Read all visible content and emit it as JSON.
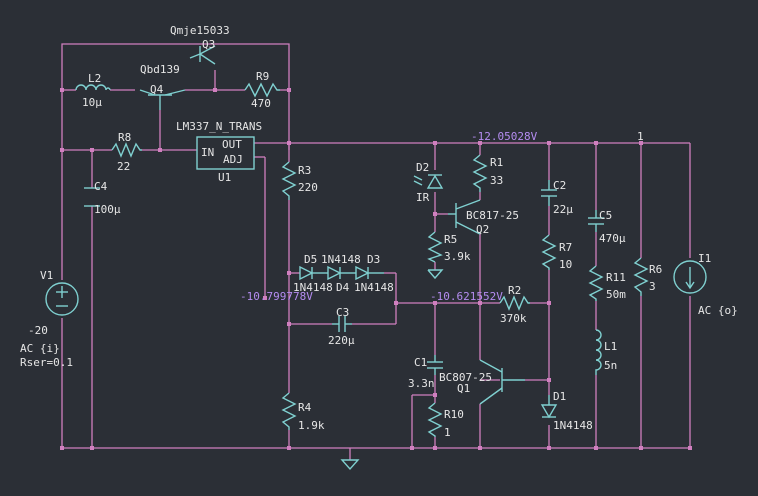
{
  "colors": {
    "background": "#2b2f36",
    "wire": "#d07fbf",
    "component": "#7fd0d0",
    "text": "#e6e6e6",
    "voltage_label": "#b48cf0"
  },
  "components": {
    "Q3": {
      "model": "Qmje15033",
      "ref": "Q3"
    },
    "Q4": {
      "model": "Qbd139",
      "ref": "Q4"
    },
    "L2": {
      "ref": "L2",
      "value": "10µ"
    },
    "R9": {
      "ref": "R9",
      "value": "470"
    },
    "R8": {
      "ref": "R8",
      "value": "22"
    },
    "U1": {
      "model": "LM337_N_TRANS",
      "ref": "U1",
      "pin_in": "IN",
      "pin_out": "OUT",
      "pin_adj": "ADJ"
    },
    "C4": {
      "ref": "C4",
      "value": "100µ"
    },
    "V1": {
      "ref": "V1",
      "value": "-20",
      "ac": "AC {i}",
      "rser": "Rser=0.1"
    },
    "R3": {
      "ref": "R3",
      "value": "220"
    },
    "D2": {
      "ref": "D2",
      "value": "IR"
    },
    "R1": {
      "ref": "R1",
      "value": "33"
    },
    "Q2": {
      "ref": "Q2",
      "model": "BC817-25"
    },
    "R5": {
      "ref": "R5",
      "value": "3.9k"
    },
    "C2": {
      "ref": "C2",
      "value": "22µ"
    },
    "C5": {
      "ref": "C5",
      "value": "470µ"
    },
    "R7": {
      "ref": "R7",
      "value": "10"
    },
    "R11": {
      "ref": "R11",
      "value": "50m"
    },
    "R6": {
      "ref": "R6",
      "value": "3"
    },
    "I1": {
      "ref": "I1",
      "value": "AC {o}"
    },
    "D5": {
      "ref": "D5",
      "model": "1N4148"
    },
    "D4": {
      "ref": "D4",
      "model": "1N4148"
    },
    "D3": {
      "ref": "D3",
      "model": "1N4148"
    },
    "C3": {
      "ref": "C3",
      "value": "220µ"
    },
    "R2": {
      "ref": "R2",
      "value": "370k"
    },
    "L1": {
      "ref": "L1",
      "value": "5n"
    },
    "C1": {
      "ref": "C1",
      "value": "3.3n"
    },
    "Q1": {
      "ref": "Q1",
      "model": "BC807-25"
    },
    "R10": {
      "ref": "R10",
      "value": "1"
    },
    "R4": {
      "ref": "R4",
      "value": "1.9k"
    },
    "D1": {
      "ref": "D1",
      "model": "1N4148"
    }
  },
  "net_labels": {
    "v_out": "-12.05028V",
    "node_1": "1",
    "v_adj": "-10.799778V",
    "v_mid": "-10.621552V"
  }
}
